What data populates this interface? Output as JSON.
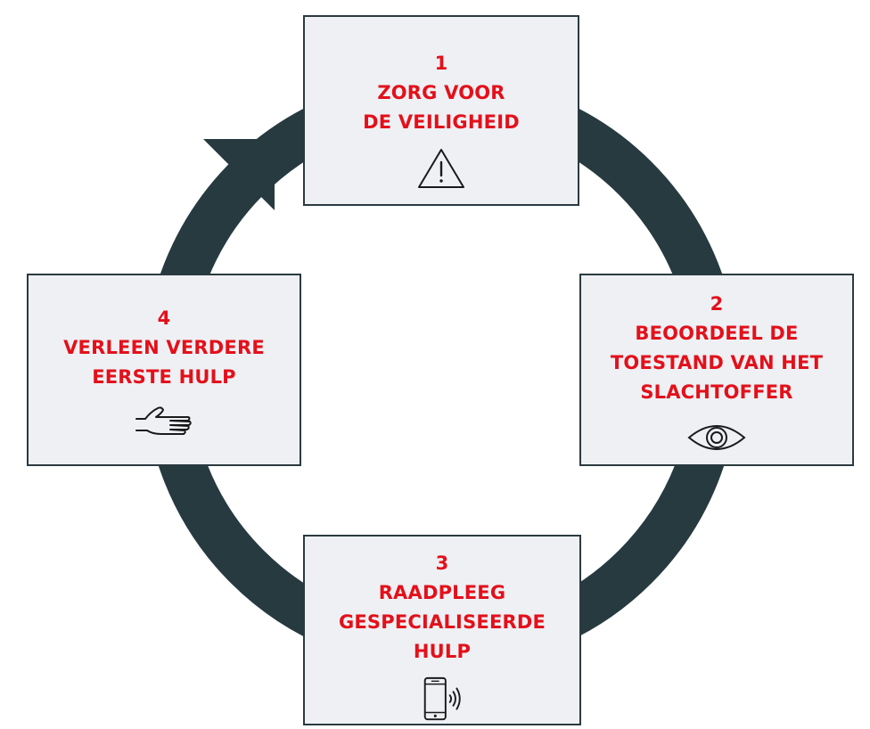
{
  "colors": {
    "ring": "#263a40",
    "box_fill": "#eef0f4",
    "box_border": "#2b3a40",
    "text": "#e3101a",
    "icon": "#1a1a1a"
  },
  "steps": [
    {
      "lines": [
        "1",
        "ZORG VOOR",
        "DE VEILIGHEID"
      ],
      "icon": "warning-triangle-icon"
    },
    {
      "lines": [
        "2",
        "BEOORDEEL DE",
        "TOESTAND VAN HET",
        "SLACHTOFFER"
      ],
      "icon": "eye-icon"
    },
    {
      "lines": [
        "3",
        "RAADPLEEG",
        "GESPECIALISEERDE",
        "HULP"
      ],
      "icon": "phone-call-icon"
    },
    {
      "lines": [
        "4",
        "VERLEEN VERDERE",
        "EERSTE HULP"
      ],
      "icon": "hand-icon"
    }
  ]
}
